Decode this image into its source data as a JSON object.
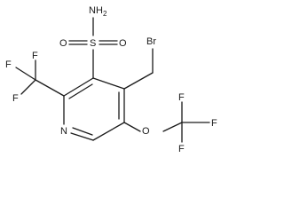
{
  "molecule": {
    "labels": {
      "nh2_n": "N",
      "nh2_h": "H",
      "nh2_sub": "2",
      "s": "S",
      "o_left": "O",
      "o_right": "O",
      "br": "Br",
      "n_ring": "N",
      "o_ether": "O",
      "f_cf3_top": "F",
      "f_cf3_left": "F",
      "f_cf3_bottom": "F",
      "f_ocf3_top": "F",
      "f_ocf3_right": "F",
      "f_ocf3_bottom": "F"
    }
  }
}
